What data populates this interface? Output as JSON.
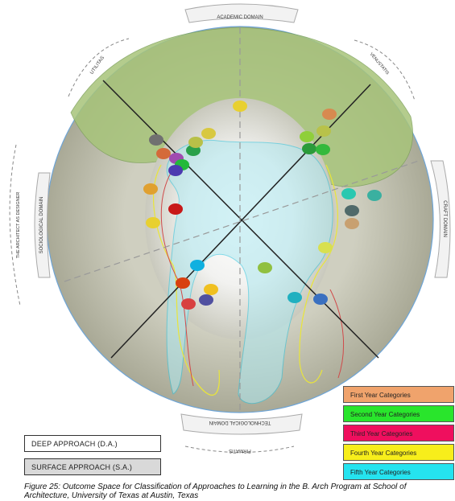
{
  "labels": {
    "academic": "ACADEMIC DOMAIN",
    "utilitas": "UTILITAS",
    "venustatis": "VENUSTATIS",
    "craft": "CRAFT DOMAIN",
    "architect": "THE ARCHITECT AS DESIGNER",
    "sociological": "SOCIOLOGICAL DOMAIN",
    "technological": "TECHNOLOGICAL DOMAIN",
    "firmatis": "FIRMATIS"
  },
  "legend": [
    {
      "label": "First Year Categories",
      "color": "#f0a36c"
    },
    {
      "label": "Second Year Categories",
      "color": "#29e52c"
    },
    {
      "label": "Third Year Categories",
      "color": "#ef0f5e"
    },
    {
      "label": "Fourth Year Categories",
      "color": "#f7ee1b"
    },
    {
      "label": "Fifth Year Categories",
      "color": "#25e3ef"
    }
  ],
  "approaches": {
    "deep": "DEEP APPROACH (D.A.)",
    "surface": "SURFACE APPROACH (S.A.)"
  },
  "caption": {
    "line1": "Figure 25: Outcome Space for Classification of Approaches to Learning in the B. Arch Program at School of",
    "line2": "Architecture, University of Texas at Austin, Texas"
  },
  "colors": {
    "outer_ring": "#b7b7a2",
    "academic_band": "#a7c47a",
    "center_glow": "#ffffff",
    "year1": "#f0a36c",
    "year2": "#29e52c",
    "year3": "#ef0f5e",
    "year4": "#f7ee1b",
    "year5": "#25e3ef",
    "surface_box": "#d9d9d9"
  }
}
